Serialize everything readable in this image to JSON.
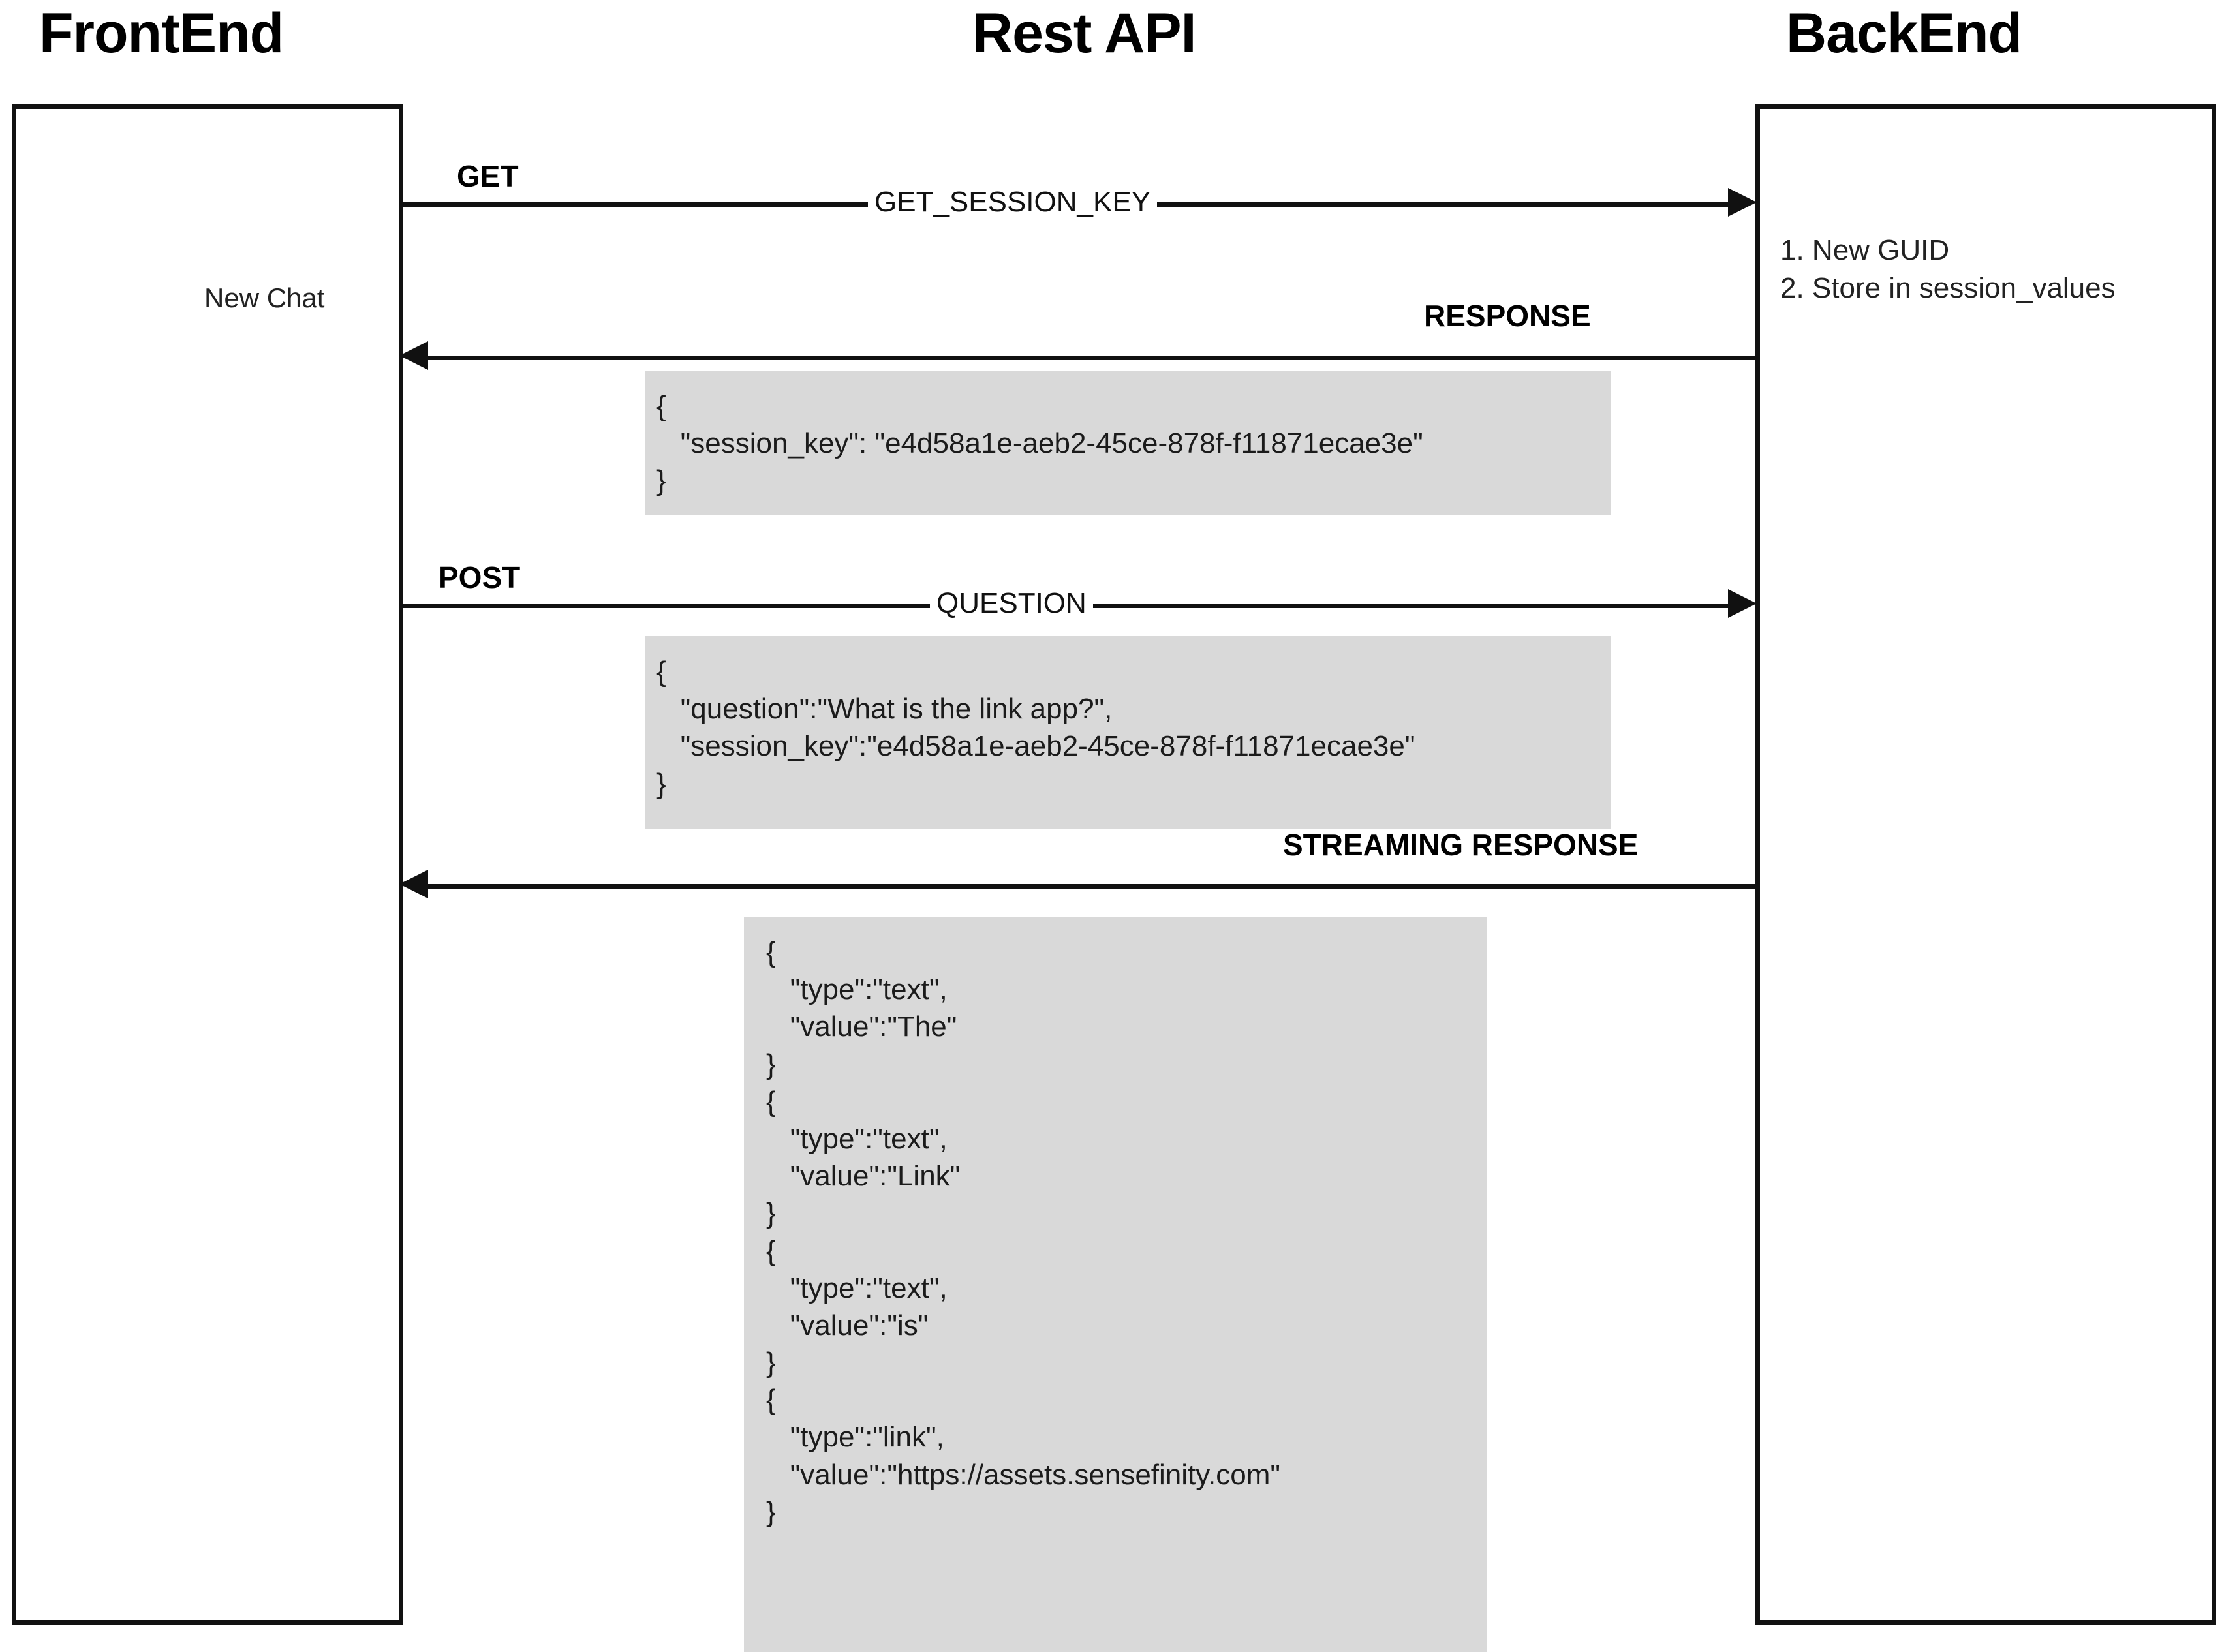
{
  "diagram": {
    "type": "sequence-diagram",
    "lanes": [
      {
        "id": "frontend",
        "title": "FrontEnd",
        "note": "New Chat"
      },
      {
        "id": "restapi",
        "title": "Rest API"
      },
      {
        "id": "backend",
        "title": "BackEnd"
      }
    ],
    "backend_steps": [
      "1. New GUID",
      "2. Store in session_values"
    ],
    "messages": [
      {
        "id": "get-session-key",
        "verb": "GET",
        "label": "GET_SESSION_KEY",
        "direction": "right",
        "from": "frontend",
        "to": "backend"
      },
      {
        "id": "response",
        "verb": "RESPONSE",
        "label": "",
        "direction": "left",
        "from": "backend",
        "to": "frontend"
      },
      {
        "id": "post-question",
        "verb": "POST",
        "label": "QUESTION",
        "direction": "right",
        "from": "frontend",
        "to": "backend"
      },
      {
        "id": "streaming-response",
        "verb": "STREAMING RESPONSE",
        "label": "",
        "direction": "left",
        "from": "backend",
        "to": "frontend"
      }
    ],
    "payloads": {
      "session_response": "{\n   \"session_key\": \"e4d58a1e-aeb2-45ce-878f-f11871ecae3e\"\n}",
      "question_request": "{\n   \"question\":\"What is the link app?\",\n   \"session_key\":\"e4d58a1e-aeb2-45ce-878f-f11871ecae3e\"\n}",
      "streaming_chunks": [
        "{\n   \"type\":\"text\",\n   \"value\":\"The\"\n}",
        "{\n   \"type\":\"text\",\n   \"value\":\"Link\"\n}",
        "{\n   \"type\":\"text\",\n   \"value\":\"is\"\n}",
        "{\n   \"type\":\"link\",\n   \"value\":\"https://assets.sensefinity.com\"\n}"
      ]
    },
    "values": {
      "session_key": "e4d58a1e-aeb2-45ce-878f-f11871ecae3e",
      "question": "What is the link app?",
      "link_value": "https://assets.sensefinity.com"
    },
    "colors": {
      "payload_background": "#d9d9d9",
      "stroke": "#111111",
      "text": "#1a1a1a",
      "page_background": "#ffffff"
    }
  }
}
